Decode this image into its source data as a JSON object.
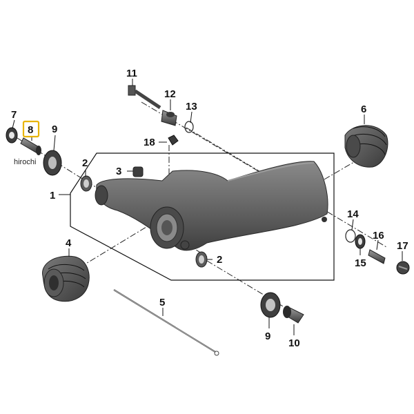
{
  "watermark": "hirochi",
  "highlight_color": "#e8b400",
  "part_color": "#5f5f5f",
  "callouts": {
    "p1": "1",
    "p2a": "2",
    "p2b": "2",
    "p3": "3",
    "p4": "4",
    "p5": "5",
    "p6": "6",
    "p7": "7",
    "p8": "8",
    "p9a": "9",
    "p9b": "9",
    "p10": "10",
    "p11": "11",
    "p12": "12",
    "p13": "13",
    "p14": "14",
    "p15": "15",
    "p16": "16",
    "p17": "17",
    "p18": "18"
  },
  "highlighted_callout": "8"
}
